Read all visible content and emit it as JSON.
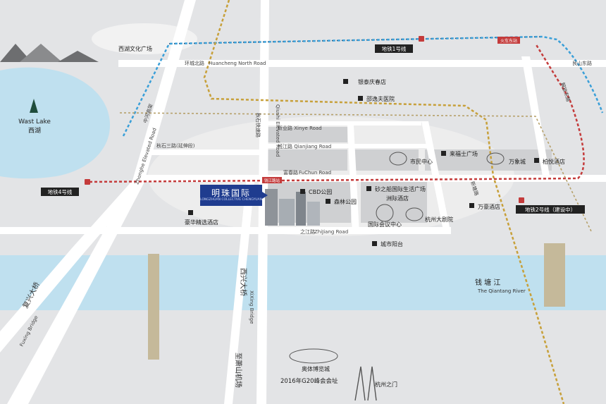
{
  "colors": {
    "background": "#e3e4e6",
    "water": "#bfe0ef",
    "road": "#ffffff",
    "metro_line_1": "#3a9fd8",
    "metro_line_2": "#c7a03a",
    "metro_line_4": "#c43b3b",
    "highlight": "#1f3c8f",
    "tag_bg": "#222222"
  },
  "lake": {
    "name_en": "Wast Lake",
    "name_cn": "西湖"
  },
  "landmarks": {
    "west_culture_square": "西湖文化广场",
    "yintai": "银泰庆春店",
    "shaoyifu": "邵逸夫医院",
    "civic_center": "市民中心",
    "raffles": "来福士广场",
    "mixc": "万象城",
    "park_hyatt": "柏悦酒店",
    "cbd_park": "CBD公园",
    "senlin_park": "森林公园",
    "sandbar": "砂之船国际生活广场",
    "intercontinental": "洲际酒店",
    "marriott": "万豪酒店",
    "conference_center": "国际会议中心",
    "grand_theatre": "杭州大剧院",
    "hotel_haohua": "豪华精选酒店",
    "city_balcony": "城市阳台",
    "expo": "奥体博览城",
    "g20": "2016年G20峰会会址",
    "hangzhou_gate": "杭州之门"
  },
  "roads": {
    "huancheng_north_cn": "环城北路",
    "huancheng_north_en": "Huancheng North Road",
    "genshan_east": "艮山东路",
    "qiushi_elevated_cn": "秋石快速路",
    "qiushi_elevated_en": "Qiushi Elevated Road",
    "zhonghe_elevated_cn": "中河高架",
    "zhonghe_elevated_en": "Zhonghe Elevated Road",
    "qiutao_road": "秋石三路(延伸段)",
    "xinye_road": "新业路 Xinye Road",
    "xinjiang_road": "钱江路 Qianjiang Road",
    "fuchun_cn": "富春路",
    "fuchun_en": "FuChun Road",
    "zhijiang_cn": "之江路",
    "zhijiang_en": "ZhiJiang Road",
    "east_ring": "新塘路",
    "jiefang_road": "解放东路",
    "fuxing_bridge_cn": "复兴大桥",
    "fuxing_bridge_en": "Fuxing Bridge",
    "xixing_bridge_cn": "西兴大桥",
    "xixing_bridge_en": "XiXing Bridge",
    "airport_cn": "至萧山机场"
  },
  "metro": {
    "line1": "地铁1号线",
    "line2": "地铁2号线（建设中）",
    "line4": "地铁4号线",
    "station_huochezhan": "火车东站",
    "station_fuchun": "钱江路站"
  },
  "river": {
    "name_cn": "钱 塘 江",
    "name_en": "The Qiantang River"
  },
  "highlight": {
    "title": "明珠国际",
    "subtitle": "LONGZHUAN COLLECTIVE CHENGYUAN"
  }
}
